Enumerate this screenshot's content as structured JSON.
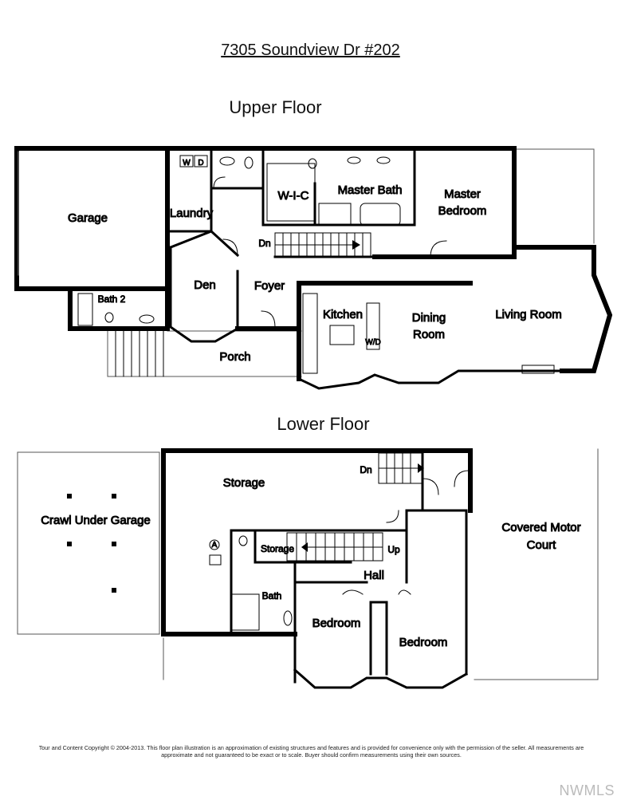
{
  "title": "7305 Soundview Dr  #202",
  "upper_floor": {
    "heading": "Upper Floor",
    "rooms": {
      "garage": "Garage",
      "laundry": "Laundry",
      "wd_w": "W",
      "wd_d": "D",
      "wic": "W-I-C",
      "master_bath": "Master Bath",
      "master_bedroom_1": "Master",
      "master_bedroom_2": "Bedroom",
      "bath2": "Bath 2",
      "den": "Den",
      "foyer": "Foyer",
      "dn": "Dn",
      "kitchen": "Kitchen",
      "dining_1": "Dining",
      "dining_2": "Room",
      "living": "Living Room",
      "porch": "Porch",
      "wd_mark": "W/D"
    }
  },
  "lower_floor": {
    "heading": "Lower Floor",
    "rooms": {
      "crawl": "Crawl Under Garage",
      "storage": "Storage",
      "dn": "Dn",
      "covered_1": "Covered Motor",
      "covered_2": "Court",
      "storage_small": "Storage",
      "up": "Up",
      "hall": "Hall",
      "bath": "Bath",
      "bedroom1": "Bedroom",
      "bedroom2": "Bedroom",
      "heater": "A"
    }
  },
  "footer": {
    "line1": "Tour and Content Copyright © 2004-2013. This floor plan illustration is an approximation of existing structures and features and is provided for convenience only with the permission of the seller. All measurements are",
    "line2": "approximate and not guaranteed to be exact or to scale. Buyer should confirm measurements using their own sources."
  },
  "logo": "NWMLS"
}
